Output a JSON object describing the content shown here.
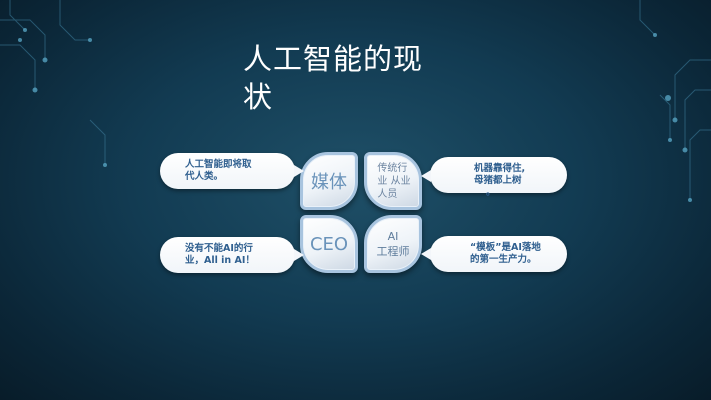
{
  "slide": {
    "title": "人工智能的现状"
  },
  "petals": {
    "top_left": "媒体",
    "top_right_line1": "传统行",
    "top_right_line2": "业 从业",
    "top_right_line3": "人员",
    "bottom_left": "CEO",
    "bottom_right_line1": "AI",
    "bottom_right_line2": "工程师"
  },
  "bubbles": {
    "top_left_line1": "人工智能即将取",
    "top_left_line2": "代人类。",
    "top_right_line1": "机器靠得住,",
    "top_right_line2": "母猪都上树",
    "top_right_line3": "。",
    "bottom_left_line1": "没有不能AI的行",
    "bottom_left_line2": "业，All in AI！",
    "bottom_right_line1": "“模板”是AI落地",
    "bottom_right_line2": "的第一生产力。"
  },
  "colors": {
    "background": "#123b52",
    "petal_border": "#a8c4df",
    "bubble_text": "#2f5f8f"
  }
}
